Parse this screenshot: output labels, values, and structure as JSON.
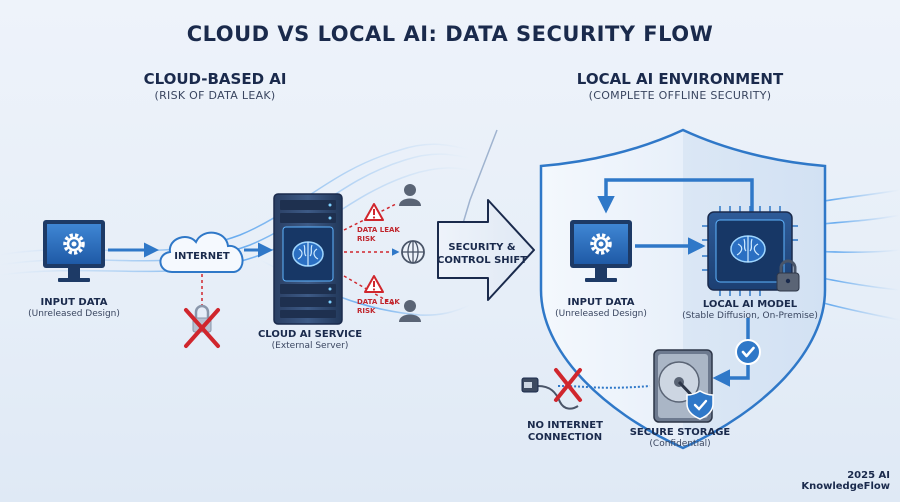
{
  "title": "CLOUD VS LOCAL AI: DATA SECURITY FLOW",
  "left": {
    "heading": "CLOUD-BASED AI",
    "subheading": "(RISK OF DATA LEAK)",
    "input_label": "INPUT DATA",
    "input_sub": "(Unreleased Design)",
    "internet_label": "INTERNET",
    "service_label": "CLOUD AI SERVICE",
    "service_sub": "(External Server)",
    "risk_top": [
      "DATA LEAK",
      "RISK"
    ],
    "risk_bottom": [
      "DATA LEAK",
      "RISK"
    ]
  },
  "middle": {
    "shift_line1": "SECURITY &",
    "shift_line2": "CONTROL SHIFT"
  },
  "right": {
    "heading": "LOCAL AI ENVIRONMENT",
    "subheading": "(COMPLETE OFFLINE SECURITY)",
    "input_label": "INPUT DATA",
    "input_sub": "(Unreleased Design)",
    "model_label": "LOCAL AI MODEL",
    "model_sub": "(Stable Diffusion, On-Premise)",
    "no_internet_line1": "NO INTERNET",
    "no_internet_line2": "CONNECTION",
    "storage_label": "SECURE STORAGE",
    "storage_sub": "(Confidential)"
  },
  "footer": "2025 AI KnowledgeFlow",
  "colors": {
    "accent_blue": "#2f78c8",
    "dark_navy": "#1a2a4c",
    "danger_red": "#d0262d"
  }
}
